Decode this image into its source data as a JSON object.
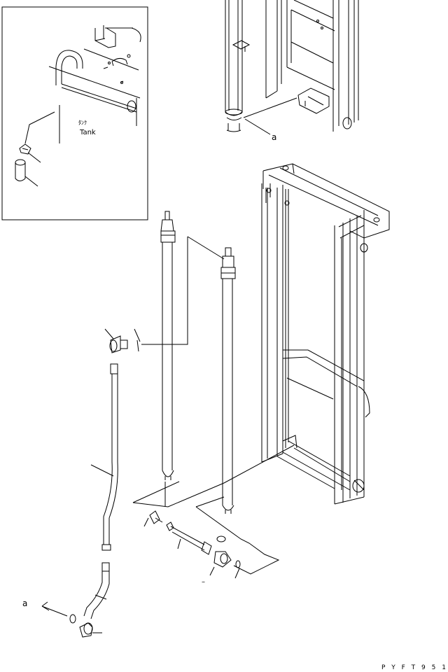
{
  "inset": {
    "label_jp": "ﾀﾝｸ",
    "label_en": "Tank"
  },
  "callouts": {
    "a_top": "a",
    "a_bottom": "a",
    "dash": "–"
  },
  "footer": {
    "drawing_code": "P Y F T 9 5 1"
  },
  "colors": {
    "line": "#000000",
    "background": "#ffffff"
  }
}
